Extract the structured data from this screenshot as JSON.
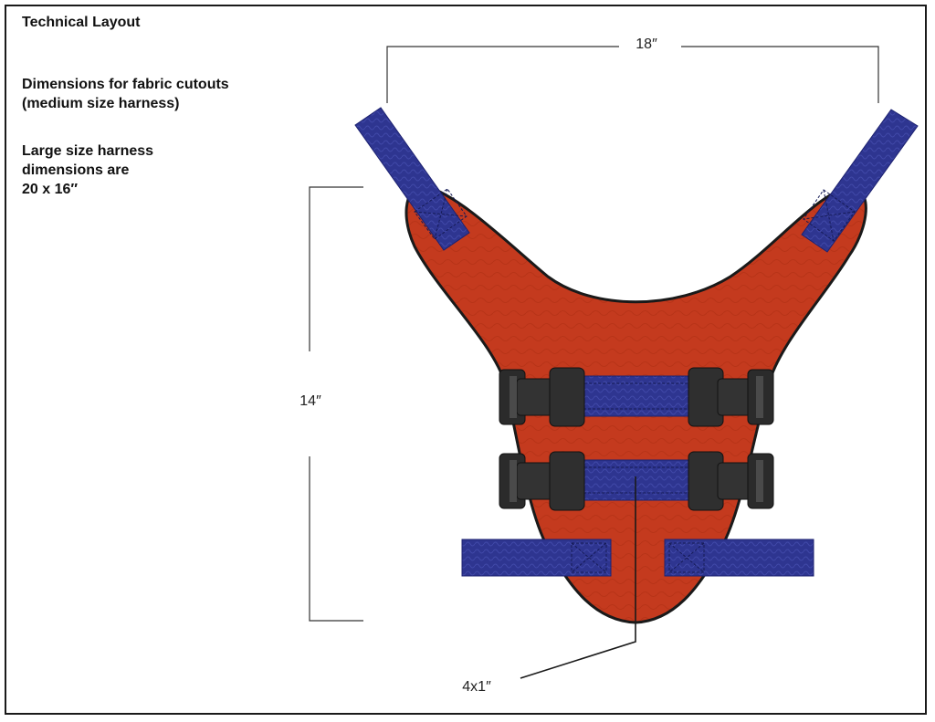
{
  "title": "Technical Layout",
  "notes": {
    "fabric_cutouts": [
      "Dimensions for fabric cutouts",
      "(medium size harness)"
    ],
    "large_size": [
      "Large size harness",
      "dimensions are",
      "20 x 16″"
    ]
  },
  "dimensions": {
    "width_label": "18″",
    "height_label": "14″",
    "strap_label": "4x1″"
  },
  "colors": {
    "body_fabric": "#c43a1e",
    "strap_webbing": "#2e3590",
    "buckle": "#2b2b2b",
    "outline": "#1a1a1a"
  }
}
